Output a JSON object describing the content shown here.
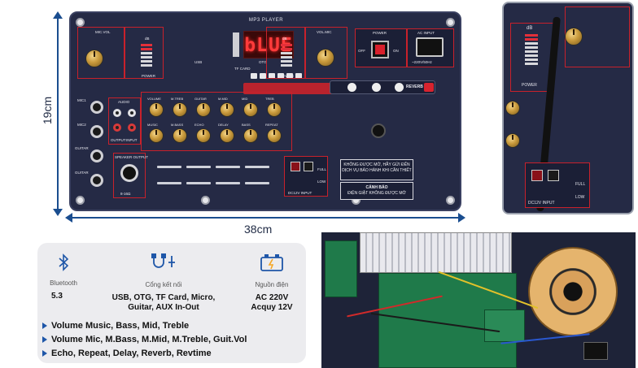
{
  "panel": {
    "title": "MP3 PLAYER",
    "display_text": "bLUE",
    "labels": {
      "mic_vol": "MIC.VOL",
      "vol_mic": "VOL.MIC",
      "db": "dB",
      "power": "POWER",
      "otg": "OTG",
      "tf_card": "TF CARD",
      "usb": "USB",
      "audio": "AUDIO",
      "output": "OUTPUT",
      "input": "INPUT",
      "speaker_output": "SPEAKER OUTPUT",
      "impedance": "8-16Ω",
      "power_switch": "POWER",
      "off": "OFF",
      "on": "ON",
      "ac_input": "AC INPUT",
      "ac_rating": "~220V/50Hz",
      "reverb": "REVERB",
      "dc_input": "DC12V INPUT",
      "full": "FULL",
      "low": "LOW",
      "warning_main": "KHÔNG ĐƯỢC MỞ, HÃY GỬI ĐẾN DỊCH VỤ BẢO HÀNH KHI CẦN THIẾT",
      "warning_title": "CẢNH BÁO",
      "warning_sub": "ĐIỆN GIẬT KHÔNG ĐƯỢC MỞ"
    },
    "knob_row_top": [
      "VOLUME",
      "M.TREB",
      "GUITAR",
      "M.MID",
      "MID",
      "TREB"
    ],
    "knob_row_bottom": [
      "MUSIC",
      "M.BASS",
      "ECHO",
      "DELAY",
      "BASS",
      "REPEAT"
    ],
    "jack_labels": [
      "MIC1",
      "MIC2",
      "GUITAR",
      "GUITAR"
    ]
  },
  "dimensions": {
    "height": "19cm",
    "width": "38cm"
  },
  "specs": {
    "bluetooth": {
      "icon": "bluetooth-icon",
      "caption": "Bluetooth",
      "value": "5.3"
    },
    "ports": {
      "icon": "usb-cable-icon",
      "caption": "Cổng kết nối",
      "value": "USB, OTG, TF Card, Micro, Guitar, AUX In-Out"
    },
    "power": {
      "icon": "battery-icon",
      "caption": "Nguồn điện",
      "value": "AC 220V Acquy 12V"
    }
  },
  "features": [
    "Volume Music, Bass, Mid, Treble",
    "Volume Mic, M.Bass, M.Mid, M.Treble, Guit.Vol",
    "Echo, Repeat, Delay, Reverb, Revtime"
  ],
  "colors": {
    "panel": "#252a45",
    "accent_red": "#c8212b",
    "gold": "#c99a3c",
    "arrow_blue": "#1a4d8f",
    "bullet_blue": "#1e56a8"
  }
}
